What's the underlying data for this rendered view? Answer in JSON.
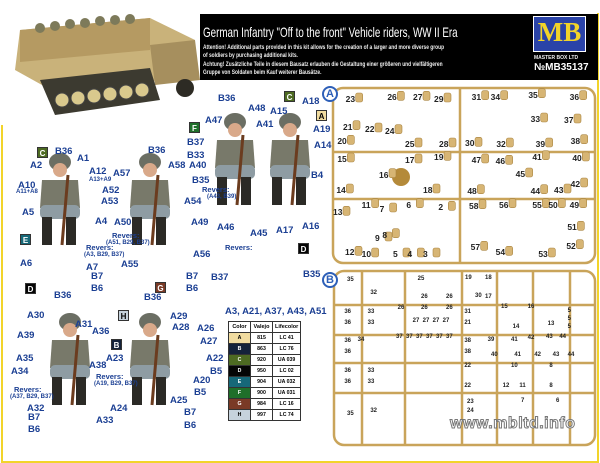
{
  "header": {
    "title": "German Infantry \"Off to the front\" Vehicle riders, WW II Era",
    "notes": [
      "Attention! Additional parts provided in this kit allows for the creation of a larger and more diverse group",
      "of soldiers by purchasing additional kits.",
      "Achtung! Zusätzliche Teile in diesem Bausatz erlauben die Gestaltung einer größeren und vielfältigeren",
      "Gruppe von Soldaten beim Kauf weiterer Bausätze."
    ],
    "logo_text": "MB",
    "logo_subtext": "MASTER BOX LTD",
    "code": "№MB35137"
  },
  "callouts": [
    "C",
    "B36",
    "A1",
    "A2",
    "A12",
    "A13+A9",
    "A10",
    "A11+A8",
    "A5",
    "A4",
    "E",
    "Revers:",
    "(A3, B29, B37)",
    "A6",
    "A7",
    "D",
    "B7",
    "B6",
    "B36",
    "A57",
    "A58",
    "A52",
    "A53",
    "A54",
    "A50",
    "A49",
    "Revers:",
    "(A51, B29, B37)",
    "A55",
    "A56",
    "G",
    "B7",
    "B6",
    "B36",
    "A30",
    "A31",
    "A39",
    "A36",
    "A35",
    "A38",
    "A34",
    "Revers:",
    "(A37, B29, B37)",
    "A32",
    "B7",
    "B6",
    "A33",
    "B36",
    "H",
    "A29",
    "A28",
    "A26",
    "A27",
    "B",
    "A23",
    "A22",
    "B5",
    "Revers:",
    "(A19, B29, B37)",
    "A20",
    "B5",
    "A25",
    "A24",
    "B7",
    "B6",
    "B36",
    "A48",
    "A47",
    "A41",
    "F",
    "B37",
    "B33",
    "A40",
    "B35",
    "Revers:",
    "(A43, B39)",
    "A46",
    "A45",
    "C",
    "A18",
    "A15",
    "A",
    "A19",
    "A14",
    "B4",
    "A17",
    "A16",
    "Revers:",
    "D",
    "B37",
    "B35",
    "A3, A21, A37, A43, A51"
  ],
  "color_table": {
    "headers": [
      "Color",
      "Valejo",
      "Lifecolor"
    ],
    "rows": [
      {
        "color": "A",
        "hex": "#f1dca0",
        "vallejo": "815",
        "lifecolor": "LC 41"
      },
      {
        "color": "B",
        "hex": "#14223a",
        "vallejo": "863",
        "lifecolor": "LC 76"
      },
      {
        "color": "C",
        "hex": "#4d6a22",
        "vallejo": "920",
        "lifecolor": "UA 039"
      },
      {
        "color": "D",
        "hex": "#050505",
        "vallejo": "950",
        "lifecolor": "LC 02"
      },
      {
        "color": "E",
        "hex": "#166878",
        "vallejo": "904",
        "lifecolor": "UA 032"
      },
      {
        "color": "F",
        "hex": "#1f6f2a",
        "vallejo": "900",
        "lifecolor": "UA 031"
      },
      {
        "color": "G",
        "hex": "#7a3a26",
        "vallejo": "984",
        "lifecolor": "LC 16"
      },
      {
        "color": "H",
        "hex": "#c6d2dc",
        "vallejo": "997",
        "lifecolor": "LC 74"
      }
    ]
  },
  "sprue_a": {
    "letter": "A",
    "numbers": [
      "23",
      "26",
      "27",
      "29",
      "31",
      "34",
      "35",
      "36",
      "21",
      "22",
      "24",
      "20",
      "25",
      "28",
      "30",
      "32",
      "33",
      "37",
      "39",
      "38",
      "15",
      "16",
      "17",
      "19",
      "47",
      "46",
      "41",
      "40",
      "45",
      "14",
      "18",
      "48",
      "44",
      "43",
      "42",
      "13",
      "11",
      "7",
      "6",
      "2",
      "58",
      "56",
      "55",
      "50",
      "49",
      "12",
      "10",
      "9",
      "8",
      "5",
      "4",
      "3",
      "57",
      "54",
      "53",
      "51",
      "52"
    ]
  },
  "sprue_b": {
    "letter": "B",
    "numbers": [
      "35",
      "32",
      "25",
      "26",
      "26",
      "19",
      "30",
      "18",
      "17",
      "15",
      "16",
      "14",
      "13",
      "36",
      "36",
      "33",
      "33",
      "26",
      "26",
      "26",
      "27",
      "27",
      "27",
      "27",
      "31",
      "21",
      "36",
      "36",
      "34",
      "37",
      "37",
      "37",
      "37",
      "37",
      "37",
      "38",
      "38",
      "39",
      "40",
      "41",
      "41",
      "42",
      "42",
      "43",
      "43",
      "44",
      "44",
      "36",
      "36",
      "33",
      "33",
      "22",
      "22",
      "10",
      "11",
      "12",
      "8",
      "8",
      "35",
      "32",
      "23",
      "24",
      "7",
      "6",
      "5",
      "5",
      "5"
    ]
  },
  "website": "www.mbltd.info"
}
